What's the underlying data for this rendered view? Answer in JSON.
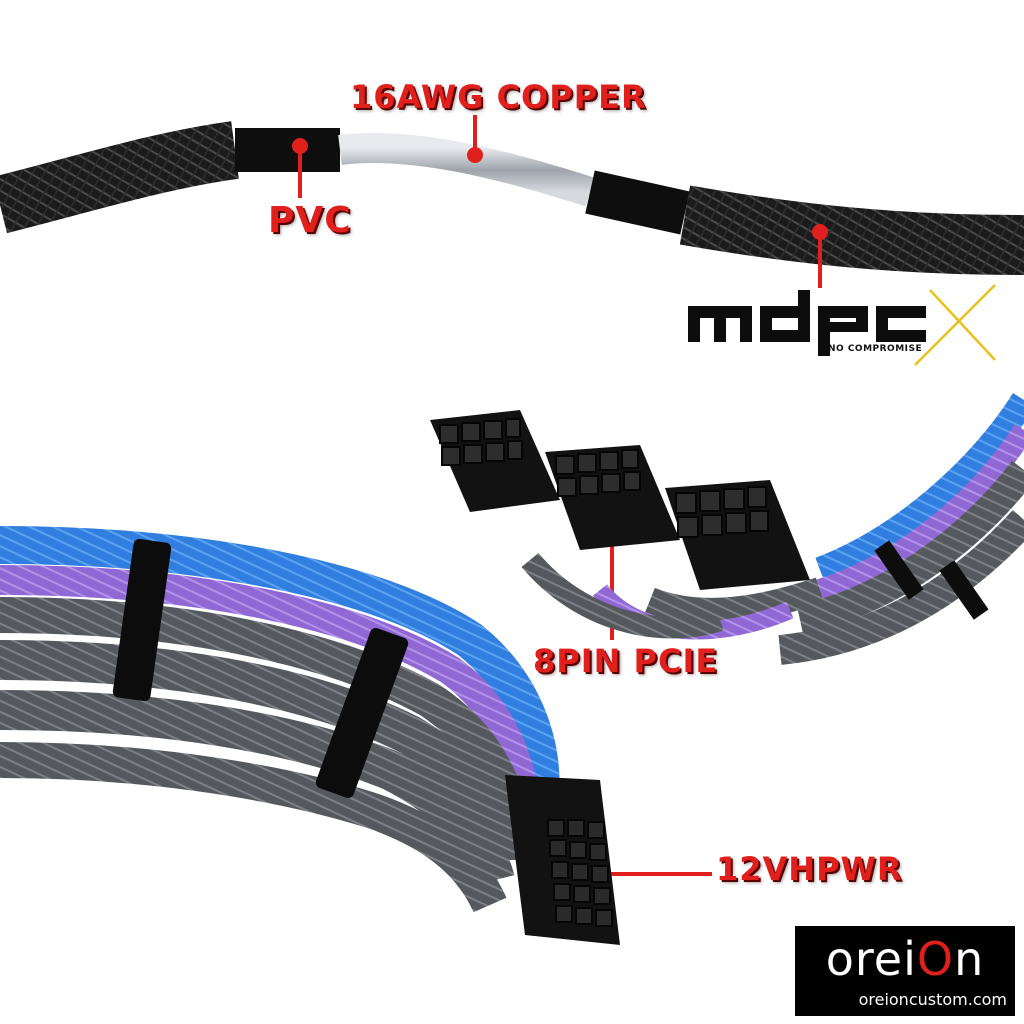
{
  "callouts": {
    "copper": "16AWG COPPER",
    "pvc": "PVC",
    "pcie": "8PIN PCIE",
    "hpwr": "12VHPWR"
  },
  "mdpc_logo": {
    "wordmark": "mdpc",
    "tagline": "NO COMPROMISE"
  },
  "brand": {
    "logo_a": "orei",
    "logo_b": "O",
    "logo_c": "n",
    "url": "oreioncustom.com"
  },
  "colors": {
    "callout_red": "#e0201c",
    "sleeve_blue": "#2f7ee0",
    "sleeve_purple": "#8f68d4",
    "sleeve_gray": "#5a5d62",
    "sleeve_black": "#1b1b1b",
    "accent_yellow": "#e8c21a"
  }
}
